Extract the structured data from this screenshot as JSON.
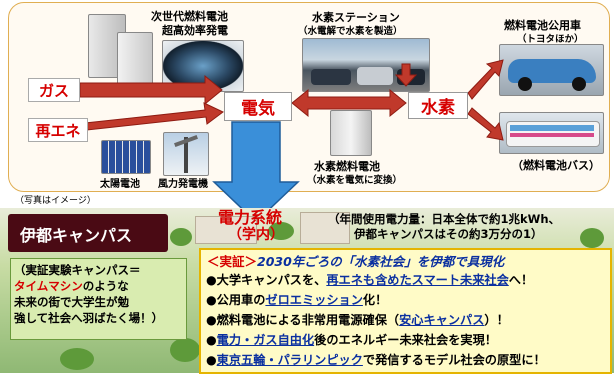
{
  "diagram": {
    "labels": {
      "fuel_cell_title_1": "次世代燃料電池",
      "fuel_cell_title_2": "超高効率発電",
      "station_title": "水素ステーション",
      "station_sub": "（水電解で水素を製造）",
      "vehicle_title": "燃料電池公用車",
      "vehicle_sub": "（トヨタほか）",
      "solar": "太陽電池",
      "wind": "風力発電機",
      "storage_title": "水素燃料電池",
      "storage_sub": "（水素を電気に変換）",
      "bus": "（燃料電池バス）",
      "photo_note": "（写真はイメージ）"
    },
    "nodes": {
      "gas": "ガス",
      "renewable": "再エネ",
      "electricity": "電気",
      "hydrogen": "水素"
    },
    "grid": {
      "title": "電力系統",
      "sub": "（学内）",
      "annual_1": "（年間使用電力量：日本全体で約1兆kWh、",
      "annual_2": "伊都キャンパスはその約3万分の1）"
    },
    "colors": {
      "node_red": "#d60000",
      "arrow_red": "#c0392b",
      "arrow_blue": "#3a8fd9",
      "panel_border": "#e0ae52"
    }
  },
  "campus": {
    "sign": "伊都キャンパス",
    "green_box": {
      "l1": "（実証実験キャンパス＝",
      "l2": "タイムマシン",
      "l2b": "のような",
      "l3": "未来の街で大学生が勉",
      "l4": "強して社会へ羽ばたく場！）"
    }
  },
  "proof": {
    "header_tag": "＜実証＞",
    "header_text": "2030年ごろの「水素社会」を伊都で具現化",
    "bullets": [
      {
        "a": "●大学キャンパスを、",
        "b": "再エネも含めたスマート未来社会",
        "c": "へ！"
      },
      {
        "a": "●公用車の",
        "b": "ゼロエミッション",
        "c": "化！"
      },
      {
        "a": "●燃料電池による非常用電源確保（",
        "b": "安心キャンパス",
        "c": "）！"
      },
      {
        "a": "●",
        "b": "電力・ガス自由化",
        "c": "後のエネルギー未来社会を実現！"
      },
      {
        "a": "●",
        "b": "東京五輪・パラリンピック",
        "c": "で発信するモデル社会の原型に！"
      }
    ]
  }
}
